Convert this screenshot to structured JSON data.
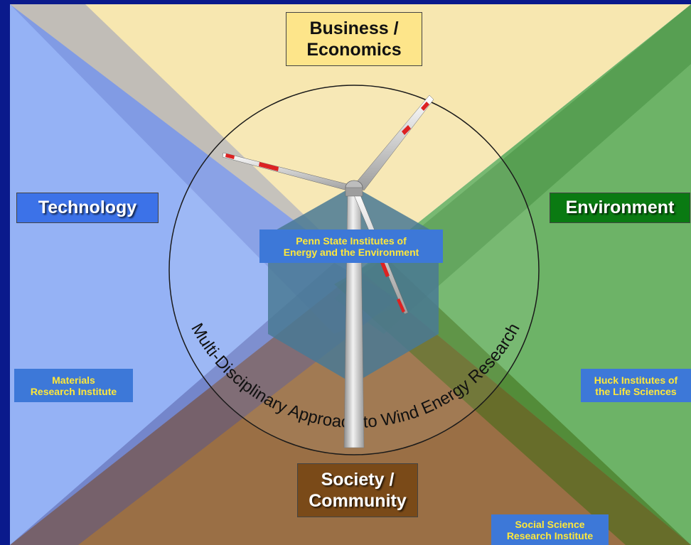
{
  "quadrants": {
    "business": {
      "line1": "Business /",
      "line2": "Economics",
      "fill": "#f7e7b0",
      "box_color": "#fde58a"
    },
    "technology": {
      "label": "Technology",
      "fill": "#95b2f5",
      "box_color": "#3c72e8"
    },
    "environment": {
      "label": "Environment",
      "fill": "#6db367",
      "box_color": "#0a7a12"
    },
    "society": {
      "line1": "Society /",
      "line2": "Community",
      "fill": "#9a6f45",
      "box_color": "#7a4a18"
    }
  },
  "center": {
    "institute_line1": "Penn State Institutes of",
    "institute_line2": "Energy and the Environment",
    "circle_caption": "Multi-Disciplinary Approach to Wind Energy Research"
  },
  "institutes": {
    "materials": {
      "line1": "Materials",
      "line2": "Research Institute"
    },
    "huck": {
      "line1": "Huck Institutes of",
      "line2": "the Life Sciences"
    },
    "social": {
      "line1": "Social Science",
      "line2": "Research Institute"
    }
  },
  "colors": {
    "background_border": "#0a1a8c",
    "institute_box": "#3d78d8",
    "institute_text": "#ffe83a",
    "hexagon": "#3b6e8c"
  },
  "icons": {
    "turbine": "wind-turbine-icon"
  }
}
